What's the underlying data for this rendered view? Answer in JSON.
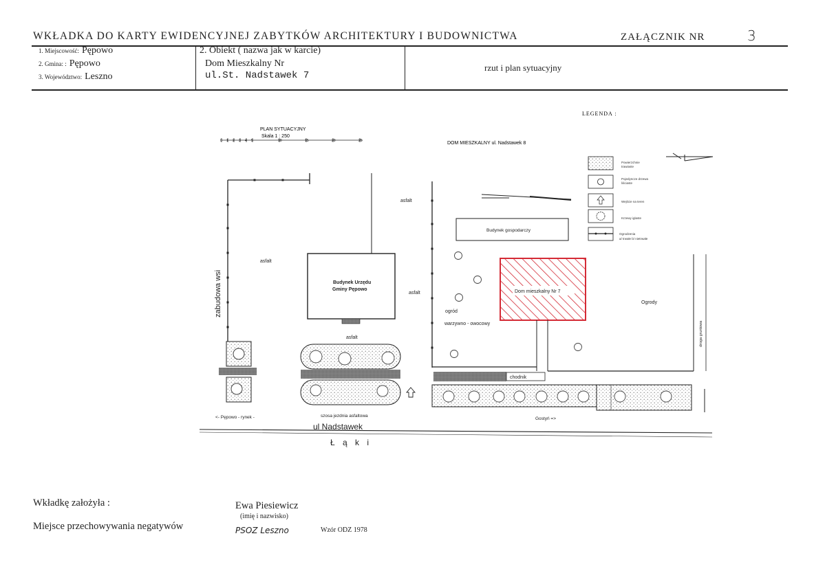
{
  "header": {
    "title": "WKŁADKA DO KARTY EWIDENCYJNEJ ZABYTKÓW ARCHITEKTURY I BUDOWNICTWA",
    "attachment_label": "ZAŁĄCZNIK NR",
    "attachment_number": "3"
  },
  "fields": {
    "miejscowosc_label": "1. Miejscowość:",
    "miejscowosc_value": "Pępowo",
    "gmina_label": "2. Gmina: :",
    "gmina_value": "Pępowo",
    "wojewodztwo_label": "3. Województwo:",
    "wojewodztwo_value": "Leszno",
    "obiekt_label": "2. Obiekt ( nazwa jak w karcie)",
    "obiekt_value": "Dom Mieszkalny Nr",
    "obiekt_address": "ul.St. Nadstawek 7",
    "section_title": "rzut i plan sytuacyjny"
  },
  "plan": {
    "scale_title": "PLAN SYTUACYJNY",
    "scale_subtitle": "Skala 1 : 250",
    "scale_ticks": [
      "0",
      "1",
      "2",
      "3",
      "4",
      "5",
      "10",
      "15",
      "20",
      "25"
    ],
    "top_caption": "DOM MIESZKALNY   ul. Nadstawek 8",
    "labels": {
      "zabudowa": "zabudowa wsi",
      "asfalt_1": "asfalt",
      "asfalt_2": "asfalt",
      "asfalt_3": "asfalt",
      "asfalt_4": "asfalt",
      "urzad_1": "Budynek Urzędu",
      "urzad_2": "Gminy Pępowo",
      "gospodarczy": "Budynek gospodarczy",
      "dom": "Dom mieszkalny Nr 7",
      "ogrod_1": "ogród",
      "ogrod_2": "warzywno - owocowy",
      "ogrody": "Ogrody",
      "droga": "droga gruntowa",
      "chodnik": "chodnik",
      "pepowo_rynek": "<-  Pępowo - rynek -",
      "szosa": "szosa jezdnia asfaltowa",
      "gostyn": "Gostyń  =>",
      "ul_nadstawek": "ul Nadstawek",
      "laki": "Ł  ą  k  i"
    }
  },
  "legend": {
    "title": "LEGENDA :",
    "items": [
      {
        "line1": "Powierzchnie",
        "line2": "trawiaste"
      },
      {
        "line1": "Pojedyncze drzewa",
        "line2": "liściaste"
      },
      {
        "line1": "Wejście na teren",
        "line2": ""
      },
      {
        "line1": "Krzewy iglaste",
        "line2": ""
      },
      {
        "line1": "Ogrodzenia",
        "line2": "a/ trwałe  b/ nietrwałe"
      }
    ]
  },
  "footer": {
    "zalozyla_label": "Wkładkę założyła :",
    "name": "Ewa Piesiewicz",
    "name_note": "(imię i nazwisko)",
    "miejsce_label": "Miejsce przechowywania negatywów",
    "miejsce_value": "PSOZ Leszno",
    "wzor": "Wzór  ODZ 1978"
  },
  "colors": {
    "ink": "#222222",
    "hatch": "#d42a35",
    "paper": "#ffffff"
  }
}
